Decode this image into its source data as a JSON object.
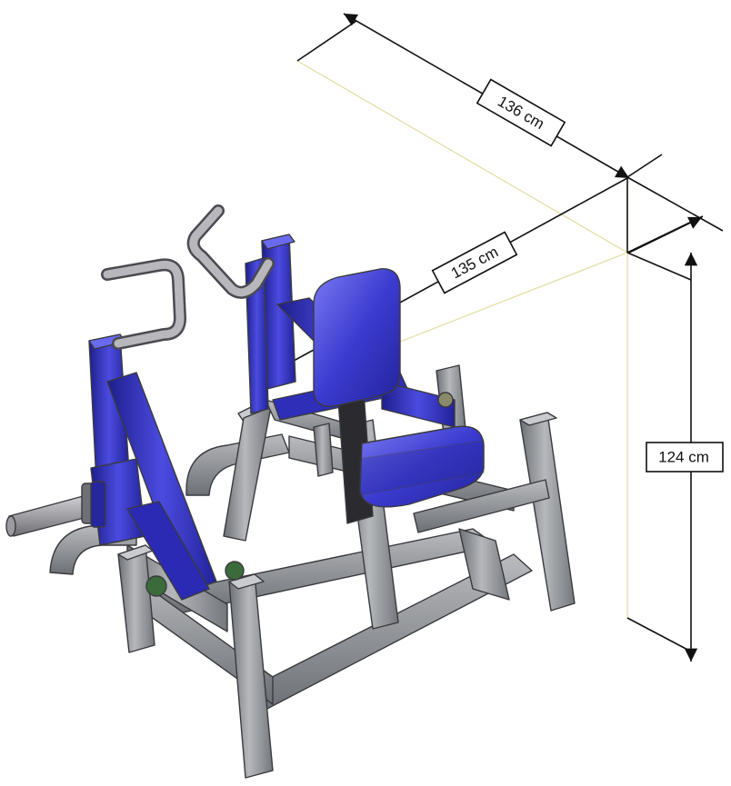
{
  "dimensions": {
    "depth": "136 cm",
    "width": "135 cm",
    "height": "124 cm"
  },
  "colors": {
    "frame": "#8e9196",
    "frame_dark": "#5f6266",
    "frame_light": "#c4c6c9",
    "arm": "#3232c8",
    "arm_dark": "#1e1e8c",
    "arm_light": "#6a6af0",
    "handle": "#9a9a9e",
    "dim_line": "#111111",
    "ref_line": "#e6e1a8"
  }
}
